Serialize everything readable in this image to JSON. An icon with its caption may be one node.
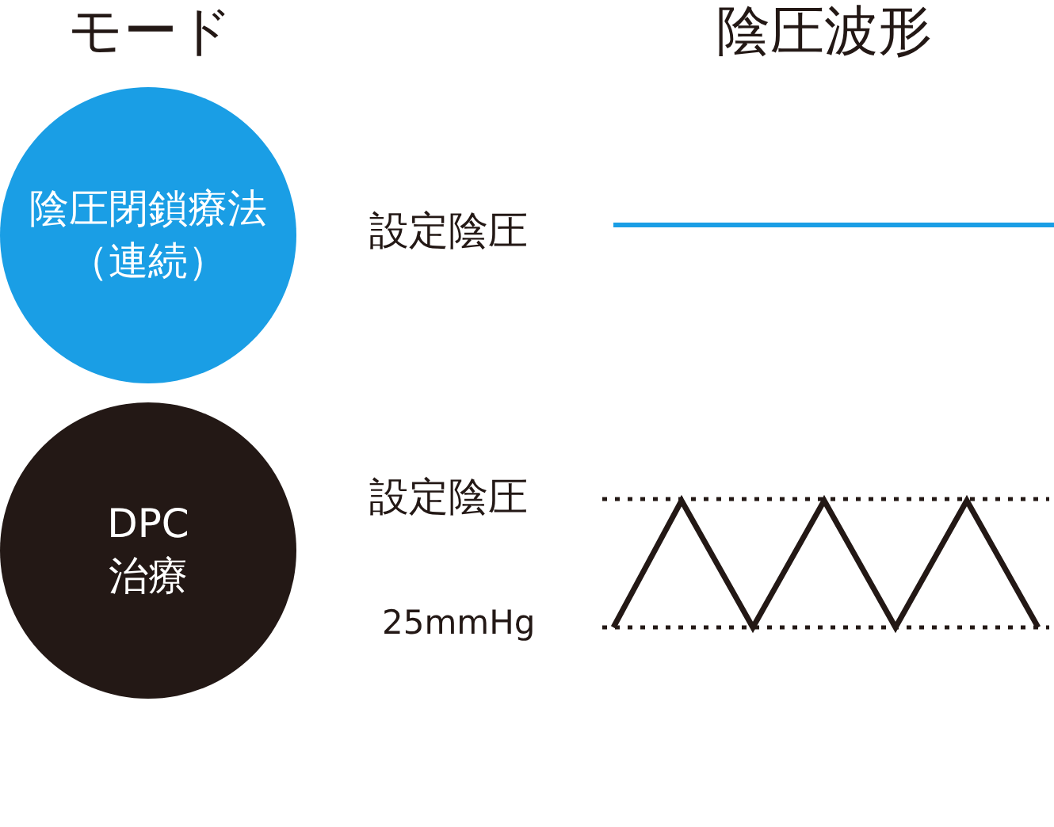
{
  "diagram": {
    "nodes": [
      {
        "text": [
          "陰圧閉鎖療法（連続）"
        ]
      },
      {
        "text": [
          "DPC治療"
        ]
      }
    ],
    "labels": [
      "モード",
      "陰圧波形",
      "設定陰圧",
      "設定陰圧",
      "25mmHg"
    ]
  }
}
